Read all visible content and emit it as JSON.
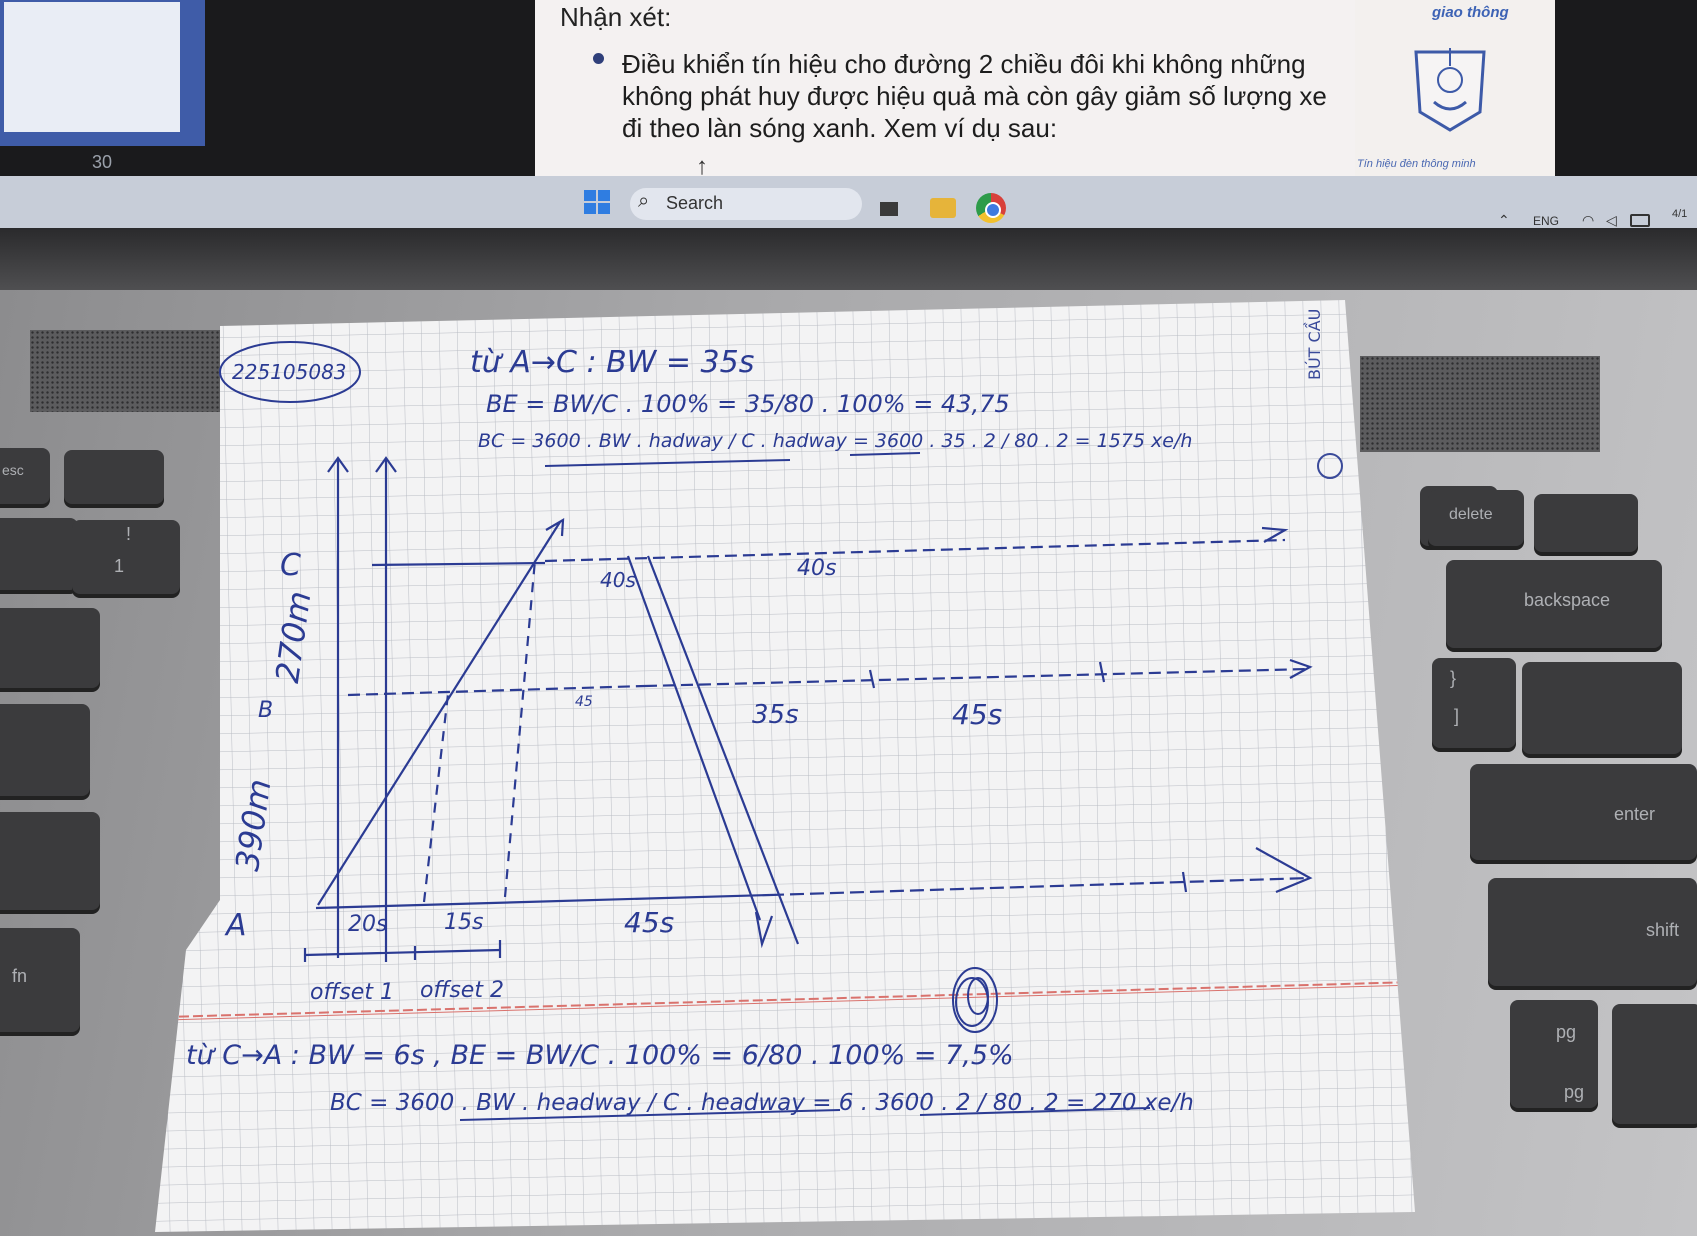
{
  "monitor": {
    "left_slide_number": "30",
    "slide": {
      "title": "Nhận xét:",
      "bullet": "Điều khiển tín hiệu cho đường 2 chiều đôi khi không những không phát huy được hiệu quả mà còn gây giảm số lượng xe đi theo làn sóng xanh. Xem ví dụ sau:"
    },
    "side_panel": {
      "title": "giao thông",
      "caption": "Tín hiệu đèn thông minh"
    }
  },
  "taskbar": {
    "search_label": "Search",
    "tray_language": "ENG",
    "clock": "4/1"
  },
  "keyboard": {
    "esc": "esc",
    "fn": "fn",
    "key_1": "1",
    "key_excl": "!",
    "delete": "delete",
    "backspace": "backspace",
    "enter": "enter",
    "shift": "shift",
    "pg_up": "pg",
    "pg_dn": "pg",
    "bracket_close": "}",
    "bracket_open": "]"
  },
  "notebook": {
    "student_id": "225105083",
    "brand": "BÚT CẦU",
    "line1": "từ A→C : BW = 35s",
    "line2": "BE = BW/C . 100% = 35/80 . 100% = 43,75",
    "line3": "BC = 3600 . BW . hadway / C . hadway = 3600 . 35 . 2 / 80 . 2 = 1575 xe/h",
    "axis_label_C": "C",
    "axis_label_B": "B",
    "axis_label_A": "A",
    "dist_upper": "270m",
    "dist_lower": "390m",
    "label_40s_a": "40s",
    "label_40s_b": "40s",
    "label_45s_top": "45",
    "label_35s": "35s",
    "label_45s_mid": "45s",
    "label_20s": "20s",
    "label_15s": "15s",
    "label_45s_bottom": "45s",
    "offset1": "offset 1",
    "offset2": "offset 2",
    "line4": "từ C→A : BW = 6s , BE = BW/C . 100% = 6/80 . 100% = 7,5%",
    "line5": "BC = 3600 . BW . headway / C . headway = 6 . 3600 . 2 / 80 . 2 = 270 xe/h"
  }
}
